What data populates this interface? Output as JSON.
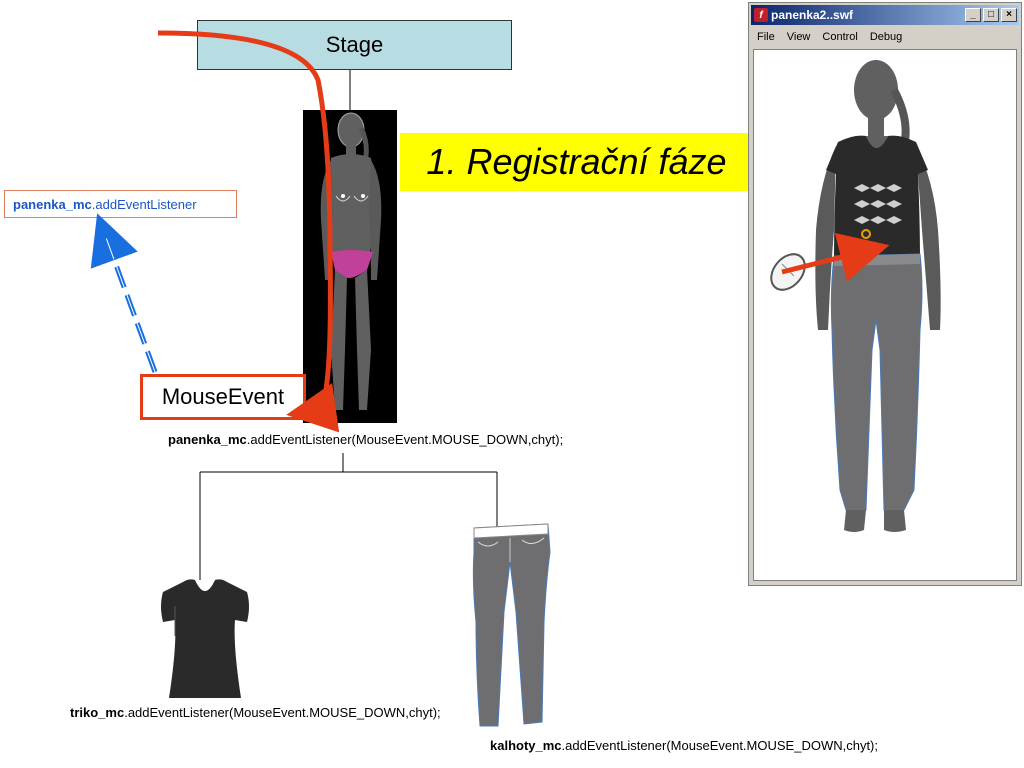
{
  "stage": {
    "label": "Stage"
  },
  "phase": {
    "label": "1. Registrační fáze"
  },
  "listener_box": {
    "object": "panenka_mc",
    "method": ".addEventListener"
  },
  "mouse_event": {
    "label": "MouseEvent"
  },
  "captions": {
    "panenka": {
      "object": "panenka_mc",
      "call": ".addEventListener(MouseEvent.MOUSE_DOWN,chyt);"
    },
    "triko": {
      "object": "triko_mc",
      "call": ".addEventListener(MouseEvent.MOUSE_DOWN,chyt);"
    },
    "kalhoty": {
      "object": "kalhoty_mc",
      "call": ".addEventListener(MouseEvent.MOUSE_DOWN,chyt);"
    }
  },
  "swf_window": {
    "title": "panenka2..swf",
    "menu": [
      "File",
      "View",
      "Control",
      "Debug"
    ],
    "buttons": {
      "minimize": "_",
      "maximize": "□",
      "close": "×"
    }
  },
  "colors": {
    "stage_fill": "#b7dde3",
    "phase_fill": "#ffff00",
    "arrow_red": "#e63b17",
    "arrow_blue": "#1a6fe0",
    "listener_text": "#1a56c8",
    "figure_gray": "#606060",
    "shirt_black": "#2a2a2a",
    "jeans_gray": "#6e6e70",
    "underwear_pink": "#c0409a"
  },
  "icons": [
    "flash-player-icon",
    "mouse-icon"
  ]
}
